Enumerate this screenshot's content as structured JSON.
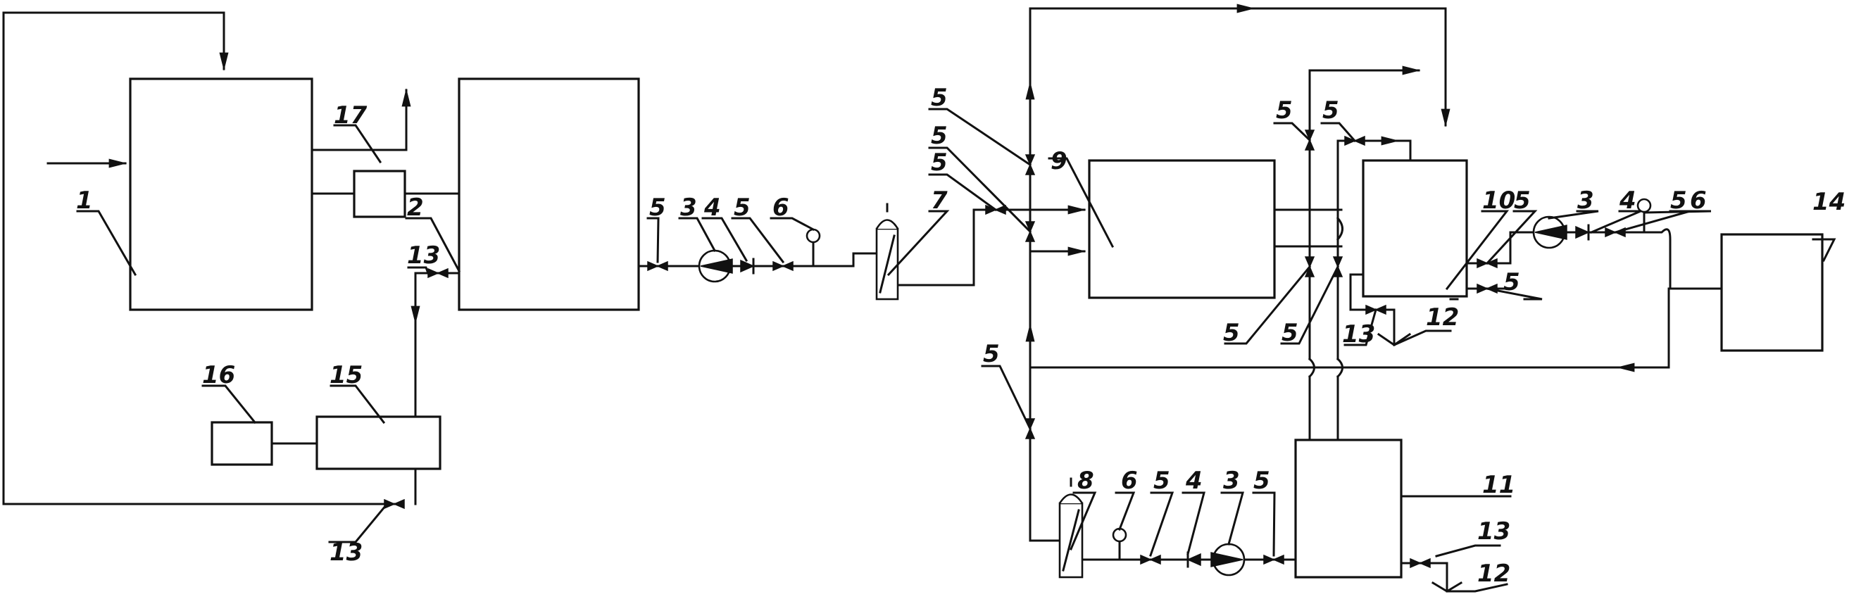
{
  "diagram": {
    "labels": {
      "n1": "1",
      "n2": "2",
      "n3": "3",
      "n4": "4",
      "n5": "5",
      "n6": "6",
      "n7": "7",
      "n8": "8",
      "n9": "9",
      "n10": "10",
      "n11": "11",
      "n12": "12",
      "n13": "13",
      "n14": "14",
      "n15": "15",
      "n16": "16",
      "n17": "17"
    }
  }
}
